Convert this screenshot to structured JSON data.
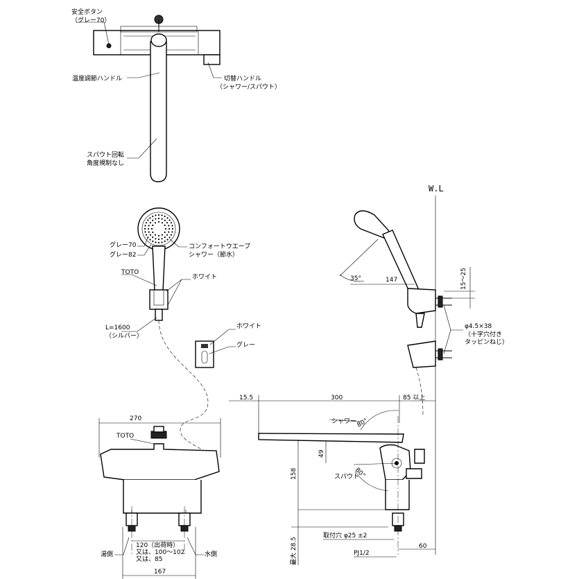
{
  "top_view": {
    "safety_button_label": "安全ボタン",
    "safety_button_color": "（グレー70）",
    "temp_handle_label": "温度調節ハンドル",
    "switch_handle_label": "切替ハンドル",
    "switch_handle_note": "（シャワー/スパウト）",
    "spout_rotation_label": "スパウト回転",
    "spout_rotation_note": "角度規制なし"
  },
  "shower_view": {
    "gray70": "グレー70",
    "gray82": "グレー82",
    "comfort_wave": "コンフォートウエーブ",
    "shower_saving": "シャワー（節水）",
    "toto": "TOTO",
    "white": "ホワイト",
    "hose_length": "L=1600",
    "hose_color": "（シルバー）"
  },
  "holder_view": {
    "white": "ホワイト",
    "gray": "グレー"
  },
  "side_right_view": {
    "wl": "W.L",
    "angle_35": "35°",
    "dim_147": "147",
    "dim_15_25": "15～25",
    "screw_size": "φ4.5×38",
    "screw_note1": "（十字穴付き",
    "screw_note2": "タッピンねじ）"
  },
  "front_view": {
    "dim_270": "270",
    "toto": "TOTO",
    "hot_side": "湯側",
    "cold_side": "水側",
    "pitch_main": "120（出荷時）",
    "pitch_alt1": "又は、100～102",
    "pitch_alt2": "又は、85",
    "dim_167": "167"
  },
  "side_view": {
    "dim_15_5": "15.5",
    "dim_300": "300",
    "dim_85": "85 以上",
    "shower_label": "シャワー",
    "angle_80a": "80°",
    "angle_80b": "80°",
    "spout_label": "スパウト",
    "dim_49": "49",
    "dim_158": "158",
    "max_28_5": "最大 28.5",
    "mount_hole": "取付穴 φ25 ±2",
    "pj": "PJ1/2",
    "dim_60": "60"
  }
}
